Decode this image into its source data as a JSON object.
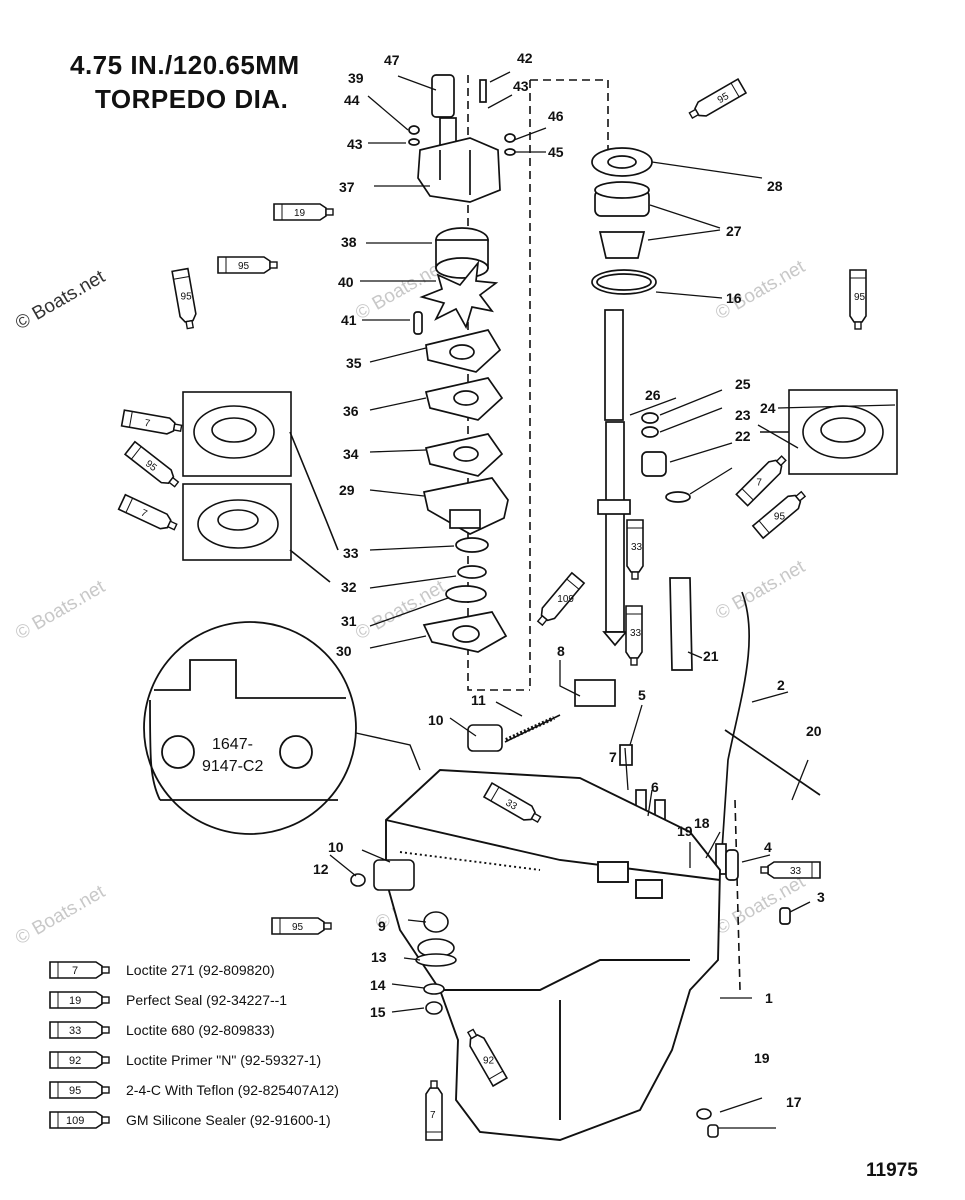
{
  "header": {
    "line1": "4.75 IN./120.65MM",
    "line2": "TORPEDO DIA."
  },
  "watermark": "© Boats.net",
  "diagram_id": "11975",
  "inset_label": [
    "1647-",
    "9147-C2"
  ],
  "callouts": [
    "1",
    "2",
    "3",
    "4",
    "5",
    "6",
    "7",
    "8",
    "9",
    "10",
    "10",
    "11",
    "12",
    "13",
    "14",
    "15",
    "16",
    "17",
    "18",
    "19",
    "19",
    "20",
    "21",
    "22",
    "23",
    "24",
    "25",
    "26",
    "27",
    "28",
    "29",
    "30",
    "31",
    "32",
    "33",
    "34",
    "35",
    "36",
    "37",
    "38",
    "39",
    "40",
    "41",
    "42",
    "43",
    "43",
    "44",
    "45",
    "46",
    "47"
  ],
  "tube_labels": [
    "95",
    "19",
    "95",
    "95",
    "7",
    "95",
    "7",
    "95",
    "7",
    "95",
    "109",
    "33",
    "33",
    "95",
    "33",
    "7",
    "92"
  ],
  "legend": [
    {
      "code": "7",
      "text": "Loctite 271 (92-809820)"
    },
    {
      "code": "19",
      "text": "Perfect Seal (92-34227--1"
    },
    {
      "code": "33",
      "text": "Loctite 680 (92-809833)"
    },
    {
      "code": "92",
      "text": "Loctite Primer \"N\" (92-59327-1)"
    },
    {
      "code": "95",
      "text": "2-4-C  With Teflon (92-825407A12)"
    },
    {
      "code": "109",
      "text": "GM Silicone Sealer (92-91600-1)"
    }
  ]
}
